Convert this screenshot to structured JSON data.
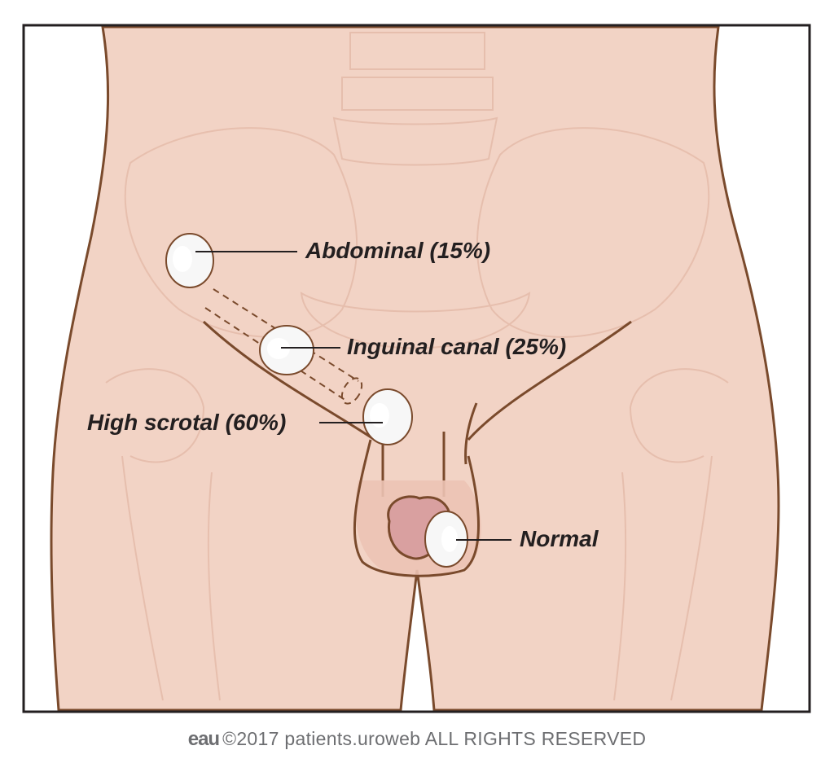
{
  "labels": {
    "abdominal": "Abdominal (15%)",
    "inguinal": "Inguinal canal (25%)",
    "high_scrotal": "High scrotal (60%)",
    "normal": "Normal"
  },
  "footer": {
    "logo": "eau",
    "copyright": "©2017 patients.uroweb ALL RIGHTS RESERVED"
  },
  "colors": {
    "skin": "#f2d3c5",
    "skin_outline": "#7a4a2c",
    "bone": "#ebc5b6",
    "testis": "#f5f5f5",
    "glans": "#d9a0a0",
    "frame": "#231f20",
    "leader": "#231f20"
  }
}
